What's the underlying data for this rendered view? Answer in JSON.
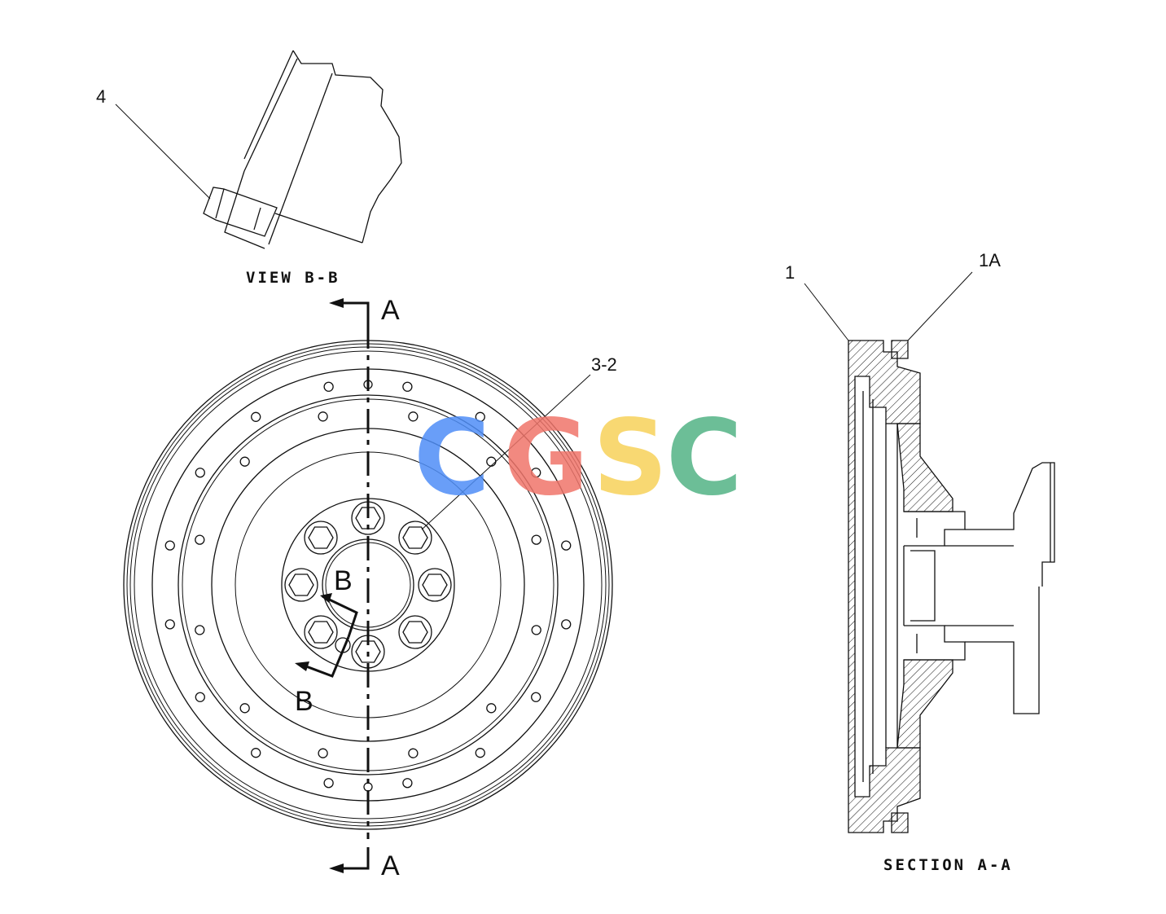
{
  "labels": {
    "view_bb_caption": "VIEW B-B",
    "section_aa_caption": "SECTION A-A",
    "callout_1": "1",
    "callout_1a": "1A",
    "callout_3_2": "3-2",
    "callout_4": "4",
    "section_mark_top": "A",
    "section_mark_bottom": "A",
    "view_mark_upper": "B",
    "view_mark_lower": "B"
  },
  "watermark": {
    "letters": [
      {
        "char": "C",
        "color": "#4f8ef7"
      },
      {
        "char": "G",
        "color": "#f0756b"
      },
      {
        "char": "S",
        "color": "#f7d25a"
      },
      {
        "char": "C",
        "color": "#53b386"
      }
    ]
  },
  "colors": {
    "line": "#111111",
    "background": "#ffffff"
  }
}
